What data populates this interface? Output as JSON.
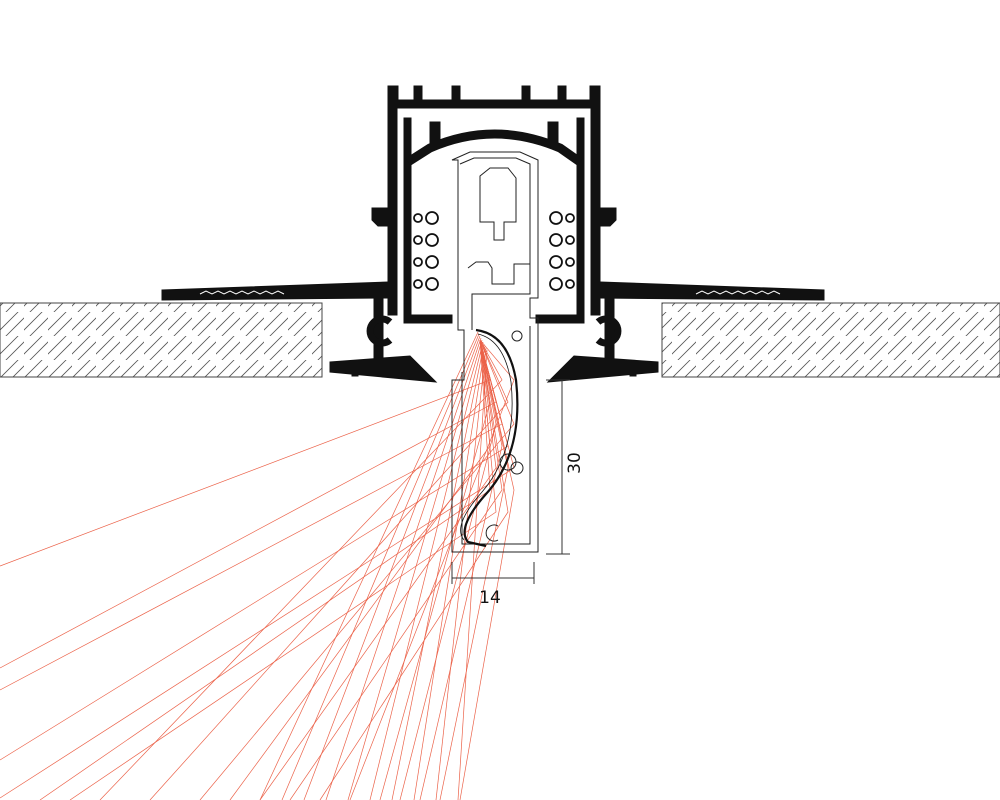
{
  "dimensions": {
    "width_label": "14",
    "height_label": "30"
  },
  "colors": {
    "background": "#ffffff",
    "profile": "#111111",
    "light_rays": "#e8472a",
    "hatch": "#555555"
  },
  "parts": {
    "housing": "recessed-track-housing-profile",
    "ceiling": "ceiling-panel-hatched-section",
    "luminaire": "track-luminaire-with-curved-reflector",
    "rays": "light-ray-fan"
  }
}
